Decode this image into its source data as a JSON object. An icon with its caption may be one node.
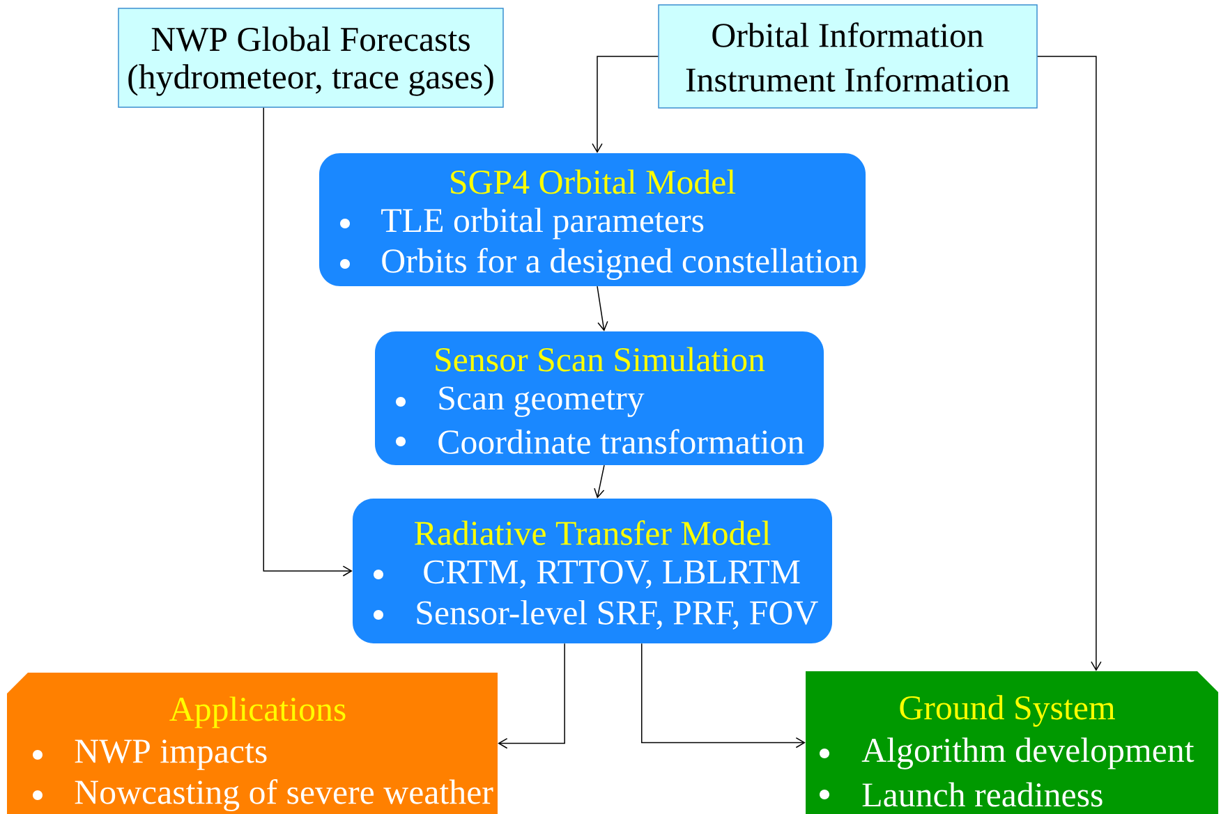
{
  "diagram": {
    "nodes": [
      {
        "text": [
          "NWP Global Forecasts",
          "(hydrometeor, trace gases)"
        ]
      },
      {
        "text": [
          "Orbital Information",
          "Instrument Information"
        ]
      },
      {
        "text": [
          "SGP4 Orbital Model",
          "TLE orbital parameters",
          "Orbits for a designed constellation"
        ]
      },
      {
        "text": [
          "Sensor Scan Simulation",
          "Scan geometry",
          "Coordinate transformation"
        ]
      },
      {
        "text": [
          "Radiative Transfer Model",
          "CRTM, RTTOV, LBLRTM",
          "Sensor-level SRF, PRF, FOV"
        ]
      },
      {
        "text": [
          "Applications",
          "NWP impacts",
          "Nowcasting of severe weather"
        ]
      },
      {
        "text": [
          "Ground System",
          "Algorithm development",
          "Launch readiness"
        ]
      }
    ],
    "edges": [
      {
        "from": 1,
        "to": 2,
        "arrow": "to"
      },
      {
        "from": 1,
        "to": 6,
        "arrow": "to"
      },
      {
        "from": 0,
        "to": 4,
        "arrow": "to"
      },
      {
        "from": 2,
        "to": 3,
        "arrow": "to"
      },
      {
        "from": 3,
        "to": 4,
        "arrow": "to"
      },
      {
        "from": 4,
        "to": 5,
        "arrow": "to"
      },
      {
        "from": 4,
        "to": 6,
        "arrow": "to"
      }
    ]
  }
}
